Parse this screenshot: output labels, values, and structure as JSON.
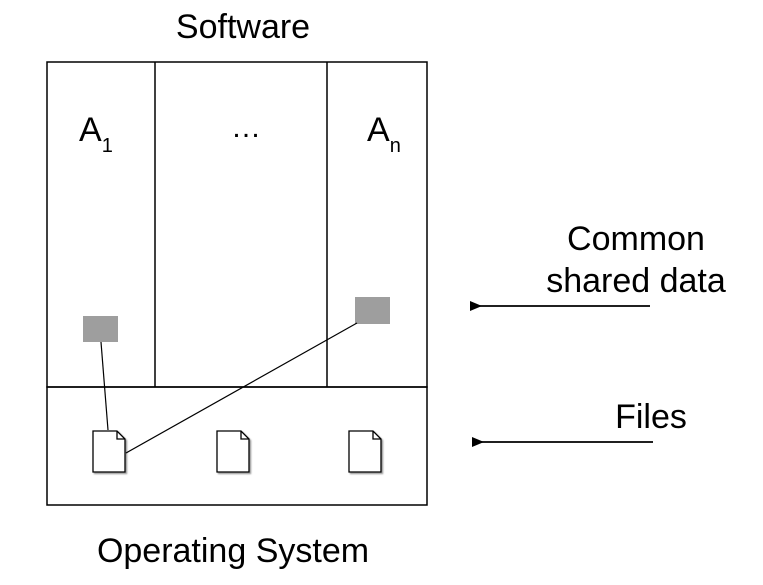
{
  "title_top": "Software",
  "title_bottom": "Operating System",
  "apps": [
    {
      "letter": "A",
      "subscript": "1"
    },
    {
      "ellipsis": "…"
    },
    {
      "letter": "A",
      "subscript": "n"
    }
  ],
  "annotations": {
    "shared_line1": "Common",
    "shared_line2": "shared data",
    "files": "Files"
  },
  "colors": {
    "data_block": "#9e9e9e",
    "stroke": "#000000"
  }
}
